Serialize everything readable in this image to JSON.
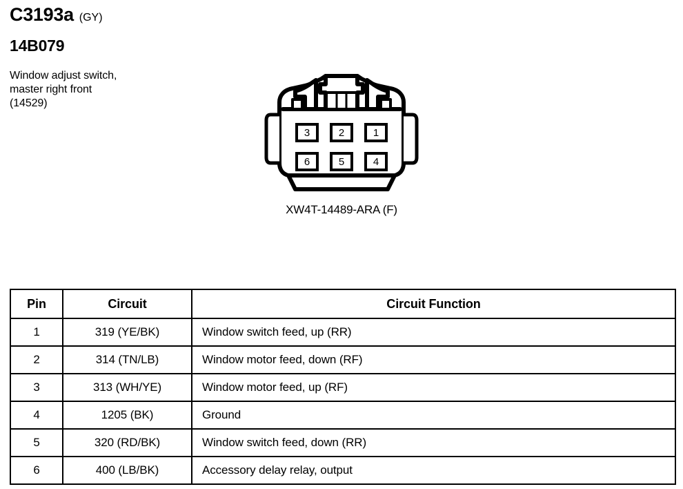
{
  "header": {
    "connector_id": "C3193a",
    "color_code": "(GY)",
    "part_number": "14B079",
    "description_lines": [
      "Window adjust switch,",
      "master right front",
      "(14529)"
    ]
  },
  "connector": {
    "caption": "XW4T-14489-ARA (F)",
    "gender": "(F)",
    "pin_count": 6,
    "pin_layout": {
      "top_row": [
        "3",
        "2",
        "1"
      ],
      "bottom_row": [
        "6",
        "5",
        "4"
      ]
    },
    "line_color": "#000000",
    "fill_color": "#ffffff"
  },
  "table": {
    "columns": [
      "Pin",
      "Circuit",
      "Circuit Function"
    ],
    "rows": [
      {
        "pin": "1",
        "circuit": "319 (YE/BK)",
        "function": "Window switch feed, up (RR)"
      },
      {
        "pin": "2",
        "circuit": "314 (TN/LB)",
        "function": "Window motor feed, down (RF)"
      },
      {
        "pin": "3",
        "circuit": "313 (WH/YE)",
        "function": "Window motor feed, up (RF)"
      },
      {
        "pin": "4",
        "circuit": "1205 (BK)",
        "function": "Ground"
      },
      {
        "pin": "5",
        "circuit": "320 (RD/BK)",
        "function": "Window switch feed, down (RR)"
      },
      {
        "pin": "6",
        "circuit": "400 (LB/BK)",
        "function": "Accessory delay relay, output"
      }
    ]
  }
}
